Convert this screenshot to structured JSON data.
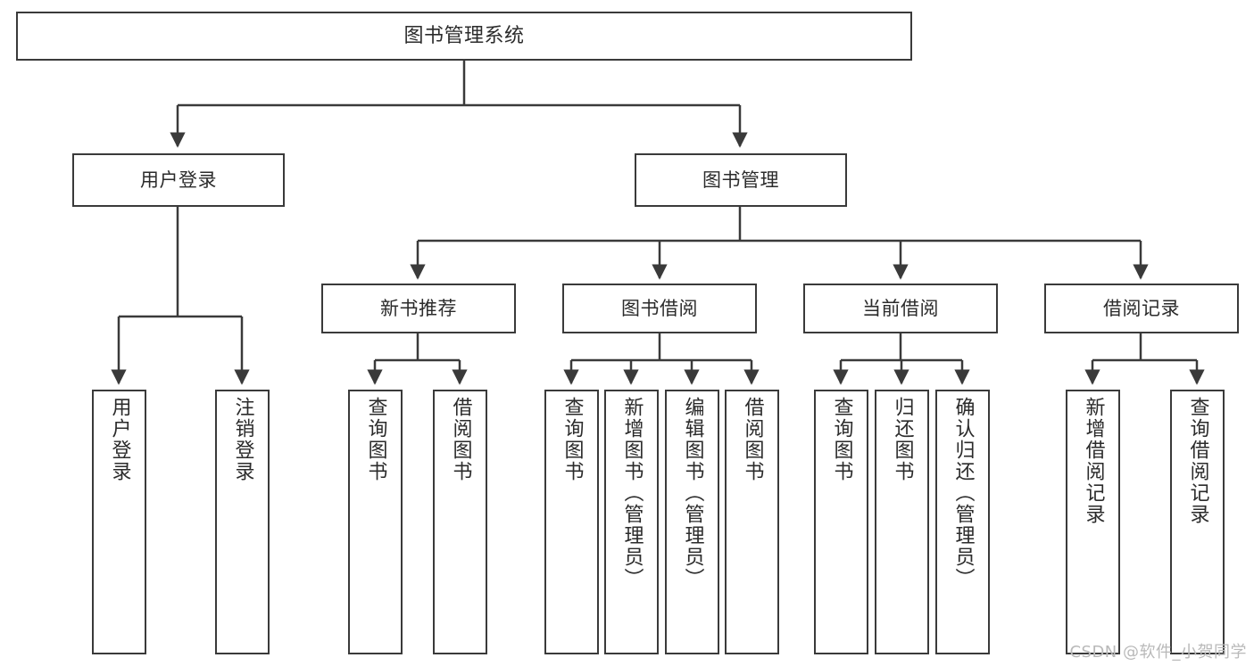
{
  "diagram": {
    "title": "图书管理系统",
    "type": "tree-hierarchy-diagram",
    "watermark": "CSDN @软件_小贺同学",
    "colors": {
      "stroke": "#3a3a3a",
      "text": "#2b2b2b",
      "background": "#ffffff",
      "watermark": "#b9b9b9"
    },
    "root": {
      "label": "图书管理系统"
    },
    "level2": [
      {
        "label": "用户登录"
      },
      {
        "label": "图书管理"
      }
    ],
    "level3": [
      {
        "label": "新书推荐"
      },
      {
        "label": "图书借阅"
      },
      {
        "label": "当前借阅"
      },
      {
        "label": "借阅记录"
      }
    ],
    "leaves": {
      "user_login": [
        {
          "label": "用户登录"
        },
        {
          "label": "注销登录"
        }
      ],
      "new_book_recommend": [
        {
          "label": "查询图书"
        },
        {
          "label": "借阅图书"
        }
      ],
      "book_borrow": [
        {
          "label": "查询图书"
        },
        {
          "label": "新增图书（管理员）"
        },
        {
          "label": "编辑图书（管理员）"
        },
        {
          "label": "借阅图书"
        }
      ],
      "current_borrow": [
        {
          "label": "查询图书"
        },
        {
          "label": "归还图书"
        },
        {
          "label": "确认归还（管理员）"
        }
      ],
      "borrow_record": [
        {
          "label": "新增借阅记录"
        },
        {
          "label": "查询借阅记录"
        }
      ]
    }
  }
}
